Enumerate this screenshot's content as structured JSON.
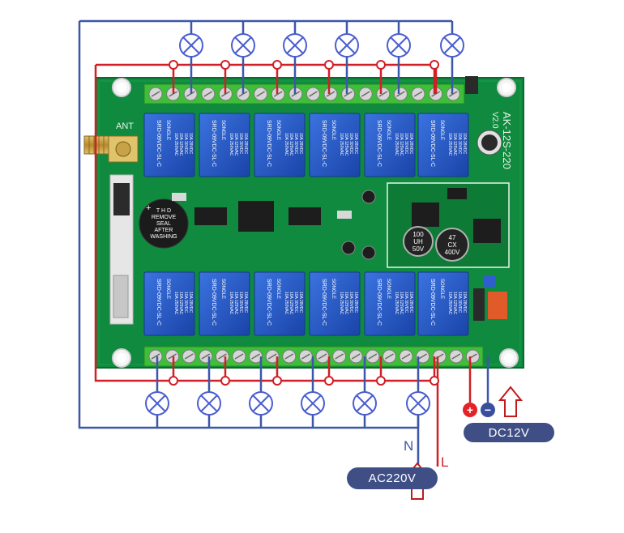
{
  "board": {
    "model": "AK-12S-220",
    "version": "V2.0",
    "antenna_label": "ANT",
    "buzzer_text": [
      "T H D",
      "REMOVE",
      "SEAL",
      "AFTER",
      "WASHING"
    ],
    "relay_part": "SRD-09VDC-SL-C",
    "relay_brand": "SONGLE",
    "relay_rating": [
      "10A 250VAC",
      "10A 125VAC",
      "10A 30VDC",
      "10A 28VDC"
    ],
    "cap_left": [
      "100",
      "UH",
      "50V"
    ],
    "cap_right": [
      "47",
      "CX",
      "400V"
    ]
  },
  "labels": {
    "neutral": "N",
    "live": "L",
    "dc_plus": "+",
    "dc_minus": "−",
    "ac_input": "AC220V",
    "dc_input": "DC12V"
  },
  "colors": {
    "neutral_wire": "#3c57a8",
    "live_wire": "#d01f26",
    "pcb": "#0f8a3e",
    "relay": "#1f55c2",
    "terminal": "#3fbe3a",
    "lamp": "#4a5ed0",
    "pill": "#3f4f86",
    "arrow": "#c31a1a"
  }
}
